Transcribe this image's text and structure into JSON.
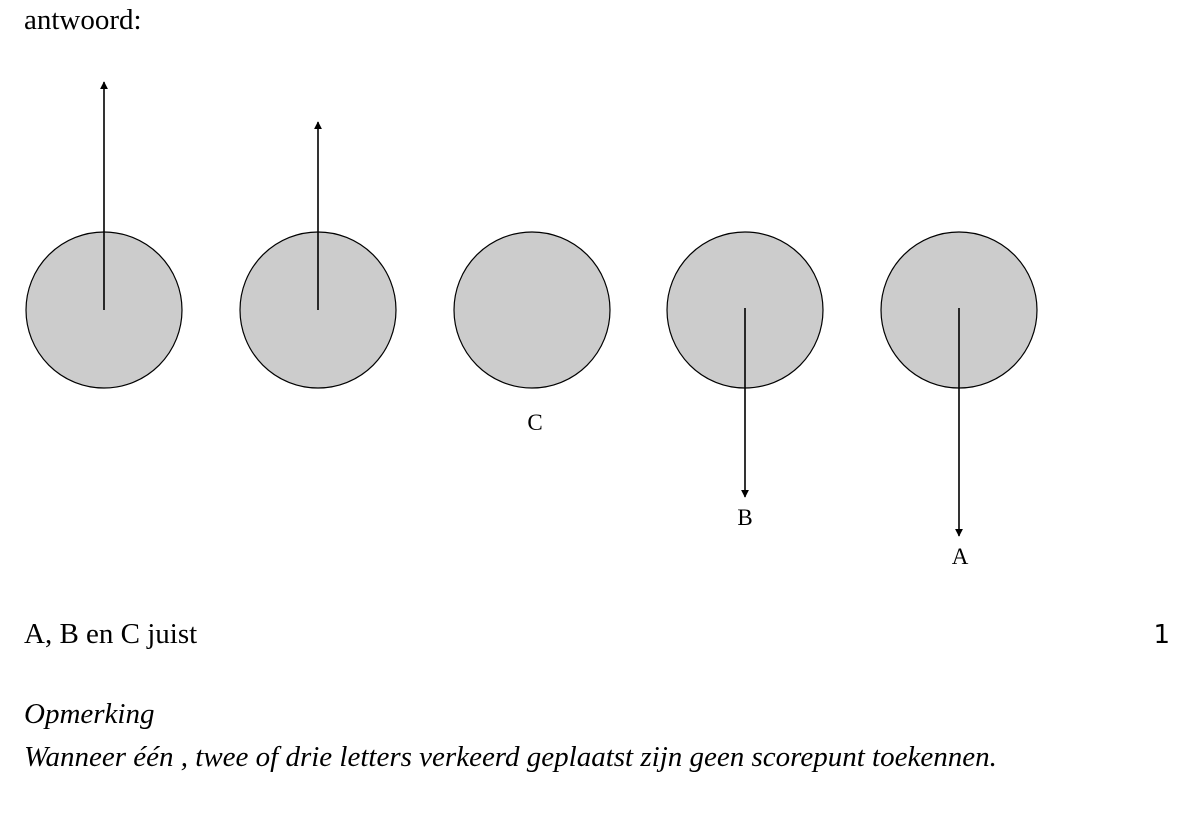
{
  "heading": "antwoord:",
  "figure": {
    "fill_color": "#cccccc",
    "stroke_color": "#000000",
    "spheres": [
      {
        "arrow": "up",
        "label": ""
      },
      {
        "arrow": "up",
        "label": ""
      },
      {
        "arrow": "none",
        "label": "C"
      },
      {
        "arrow": "down",
        "label": "B"
      },
      {
        "arrow": "down",
        "label": "A"
      }
    ]
  },
  "answer": {
    "text": "A, B en C juist",
    "points": "1"
  },
  "note": {
    "title": "Opmerking",
    "text": "Wanneer één , twee of drie letters verkeerd geplaatst zijn geen scorepunt toekennen."
  }
}
